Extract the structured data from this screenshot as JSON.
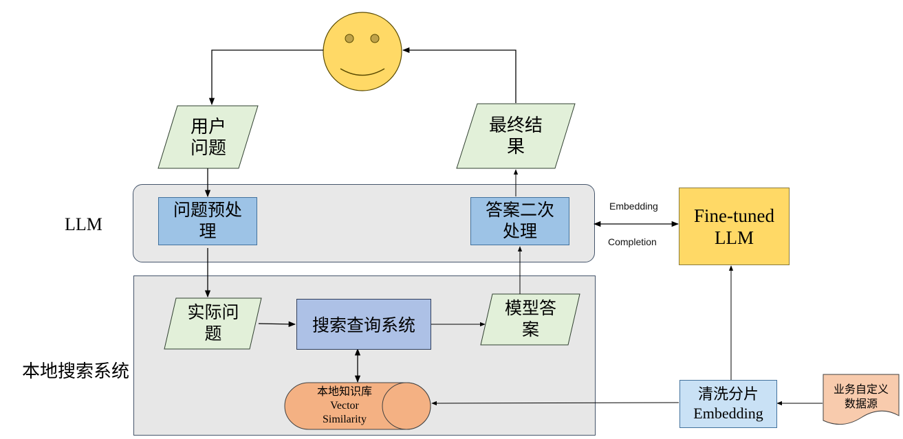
{
  "user_icon": "smiley-face-icon",
  "nodes": {
    "user_question": "用户\n问题",
    "final_result": "最终结\n果",
    "question_preprocess": "问题预处\n理",
    "answer_postprocess": "答案二次\n处理",
    "actual_question": "实际问\n题",
    "search_query_system": "搜索查询系统",
    "model_answer": "模型答\n案",
    "fine_tuned_llm": "Fine-tuned\nLLM",
    "clean_split": "清洗分片\nEmbedding",
    "business_data": "业务自定义\n数据源",
    "knowledge_base": "本地知识库\nVector\nSimilarity"
  },
  "regions": {
    "llm": "LLM",
    "local_search": "本地搜索系统"
  },
  "edge_labels": {
    "embedding": "Embedding",
    "completion": "Completion"
  },
  "colors": {
    "parallelogram_fill": "#e2f0d9",
    "process_blue": "#9dc3e6",
    "search_blue": "#adc1e6",
    "llm_yellow": "#ffd966",
    "database_orange": "#f4b183",
    "document_orange": "#f8cbad",
    "smiley_yellow": "#ffd966",
    "region_gray": "#e7e7e7"
  }
}
